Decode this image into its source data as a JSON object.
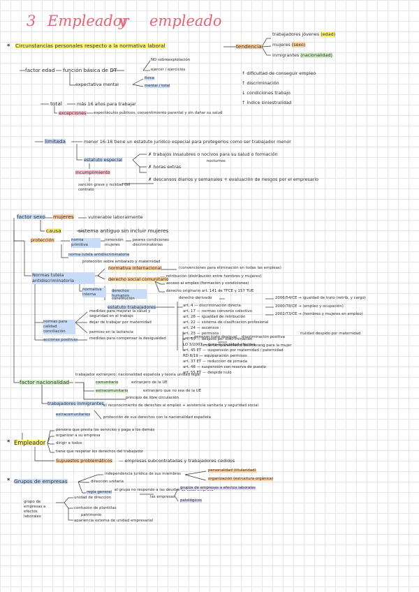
{
  "title": {
    "number": "3",
    "w1": "Empleador",
    "w2": "y",
    "w3": "empleado"
  },
  "s1": {
    "bullet": "*",
    "heading": "Circunstancias personales respecto a la normativa laboral",
    "tendencia": "tendencia",
    "t1": "trabajadores jóvenes",
    "t1b": "(edad)",
    "t2": "mujeres",
    "t2b": "(sexo)",
    "t3": "inmigrantes",
    "t3b": "(nacionalidad)",
    "c1": "dificultad de conseguir empleo",
    "c2": "discriminación",
    "c3": "condiciones trabajo",
    "c4": "índice siniestralidad"
  },
  "edad": {
    "label": "factor edad",
    "def": "función básica de DT",
    "noexp": "NO sobreexplotación",
    "ejerce": "ejercer / ejercicios",
    "exp": "expectativa mental",
    "fisica": "física",
    "mental": "mental / total",
    "total_label": "total",
    "total_text": "más 16 años para trabajar",
    "excep_label": "excepciones",
    "excep_text": "espectáculos públicos, consentimiento parental y sin dañar su salud",
    "lim_label": "limitada",
    "lim_text": "menor 16-18 tiene un estatuto jurídico especial para protegerlos como ser trabajador menor",
    "estatuto": "estatuto especial",
    "incumpl": "incumplimiento",
    "sancion": "sanción grave y nulidad del contrato",
    "x1": "trabajos insalubres o nocivos para su salud o formación",
    "x1b": "nocturnos",
    "x2": "horas extras",
    "x3": "descansos diarios y semanales + evaluación de riesgos por el empresario"
  },
  "sexo": {
    "label": "factor sexo",
    "mujeres": "mujeres",
    "vuln": "vulnerable laboralmente",
    "causa_label": "causa",
    "causa_text": "sistema antiguo sin incluir mujeres",
    "prot": "protección",
    "norma": "norma primitiva",
    "inmersion": "inmersión mujeres",
    "peores": "peores condiciones discriminatorias",
    "antidisc": "norma tutela antidiscriminatoria",
    "proteccion2": "protección sobre embarazo y maternidad",
    "tutela": "Normas tutela antidiscriminatoria",
    "internac": "normativa internacional",
    "internac_text": "(convenciones para eliminación en todas las empleas)",
    "retrib": "retribución (distribución entre hombres y mujeres)",
    "acceso": "acceso al empleo (formación y condiciones)",
    "derecho_social": "derecho social comunitario",
    "derecho_orig": "derecho originario art. 141 de TFCE y 157 TUE",
    "derecho_deriv": "derecho derivado",
    "normativa_int": "normativa interna",
    "dir1": "2006/54/CE",
    "dir1_text": "igualdad de trato (retrib. y cargo)",
    "dir2": "2000/78/CE",
    "dir2_text": "(empleo y ocupación)",
    "dir3": "2002/73/CE",
    "dir3_text": "(hombres y mujeres en empleo)",
    "ddhh": "derechos humanos",
    "const": "constitución",
    "estatuto": "estatuto trabajadores",
    "e1": "art. 4 — discriminación directa",
    "e2": "art. 17 — normas convenio colectivo",
    "e3": "art. 28 — igualdad de retribución",
    "e4": "art. 22 — sistema de clasificación profesional",
    "e5": "art. 24 — ascensos",
    "e6": "art. 23 — permisos",
    "e7": "art. 55 — despido por discriminación",
    "l1": "LO 3/2007 — para la igualdad efectiva",
    "l2": "art. 45 ET — suspensión por maternidad / paternidad",
    "l3": "RD 6/19 — equiparación permisos",
    "l4": "art. 37 ET — reducción de jornada",
    "l5": "art. 48 — suspensión con reserva de puesto",
    "l6": "art. 55 ET — despido nulo",
    "e8": "nulidad despido por maternidad",
    "medidas": "medidas para mejorar la salud y seguridad en el trabajo",
    "normas_calidad": "normas para calidad conciliación",
    "dejar_trabajar": "dejar de trabajar por maternidad",
    "permiso": "permiso en la lactancia",
    "acciones": "acciones positivas",
    "acciones_text": "medidas para compensar la desigualdad",
    "generan": "generan trato desigual",
    "discrim": "discriminación positiva",
    "limite": "límite temporal",
    "efecto": "efecto boomerang para la mujer"
  },
  "nac": {
    "label": "factor nacionalidad",
    "desc": "trabajador extranjero: nacionalidad española y teoría unidad legal",
    "comunit": "comunitario",
    "comunit_text": "extranjero de la UE",
    "extracomunit": "extracomunitario",
    "extracomunit_text": "extranjero que no sea de la UE",
    "principio": "principio de libre circulación",
    "inmig": "trabajadores inmigrantes",
    "inmig_text": "el reconocimiento de derechos al empleo + asistencia sanitaria y seguridad social",
    "extra2": "extracomunitarios",
    "extra2_text": "protección de sus derechos con la nacionalidad española"
  },
  "emp": {
    "bullet": "*",
    "label": "Empleador",
    "e1": "persona que presta los servicios y paga a los demás",
    "e2": "organizar a su empresa",
    "e3": "dirigir a todos",
    "e4": "tiene que respetar los derechos del trabajador",
    "supuestos": "Supuestos problemáticos",
    "supuestos_text": "empresas subcontratadas y trabajadores cedidos"
  },
  "grupos": {
    "bullet": "*",
    "label": "Grupos de empresas",
    "g1": "independencia jurídica de sus miembros",
    "g1a": "personalidad (titularidad)",
    "g1b": "organización (estructura orgánica)",
    "g2": "dirección unitaria",
    "g3": "regla general",
    "g3_text": "el grupo no responde a las deudas de cada empresa",
    "g3b": "las empresas",
    "g3c": "grupos de empresas a efectos laborales",
    "g3d": "patológicos",
    "g4": "grupo de empresas a efectos laborales",
    "g5": "unidad de dirección",
    "g6": "confusión de plantillas",
    "g7": "patrimonio",
    "g8": "apariencia externa de unidad empresarial"
  }
}
